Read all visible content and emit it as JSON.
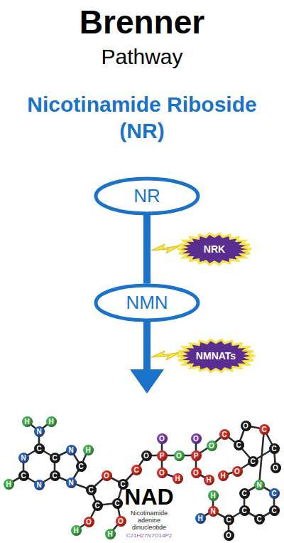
{
  "diagram": {
    "title": "Brenner",
    "nodes": [
      {
        "text": [
          "NR"
        ]
      },
      {
        "text": [
          "NRK"
        ]
      },
      {
        "text": [
          "NMN"
        ]
      },
      {
        "text": [
          "NMNATs"
        ]
      }
    ],
    "edges": [
      {
        "from": 0,
        "to": 2,
        "arrow": "none"
      }
    ],
    "labels": [
      "Pathway",
      "Nicotinamide Riboside (NR)",
      "C",
      "N",
      "C",
      "N",
      "C",
      "C",
      "N",
      "C",
      "N",
      "N",
      "H",
      "H",
      "H",
      "H",
      "C",
      "O",
      "C",
      "C",
      "C",
      "O",
      "H",
      "O",
      "H",
      "C",
      "O",
      "P",
      "O",
      "O",
      "H",
      "O",
      "P",
      "O",
      "O",
      "H",
      "O",
      "C",
      "C",
      "O",
      "C",
      "C",
      "C",
      "O",
      "O",
      "H",
      "N",
      "C",
      "C",
      "C",
      "C",
      "C",
      "C",
      "O",
      "N",
      "H",
      "H",
      "NAD",
      "Nicotinamide adenine dinucleotide",
      "C21H27N7O14P2"
    ]
  }
}
